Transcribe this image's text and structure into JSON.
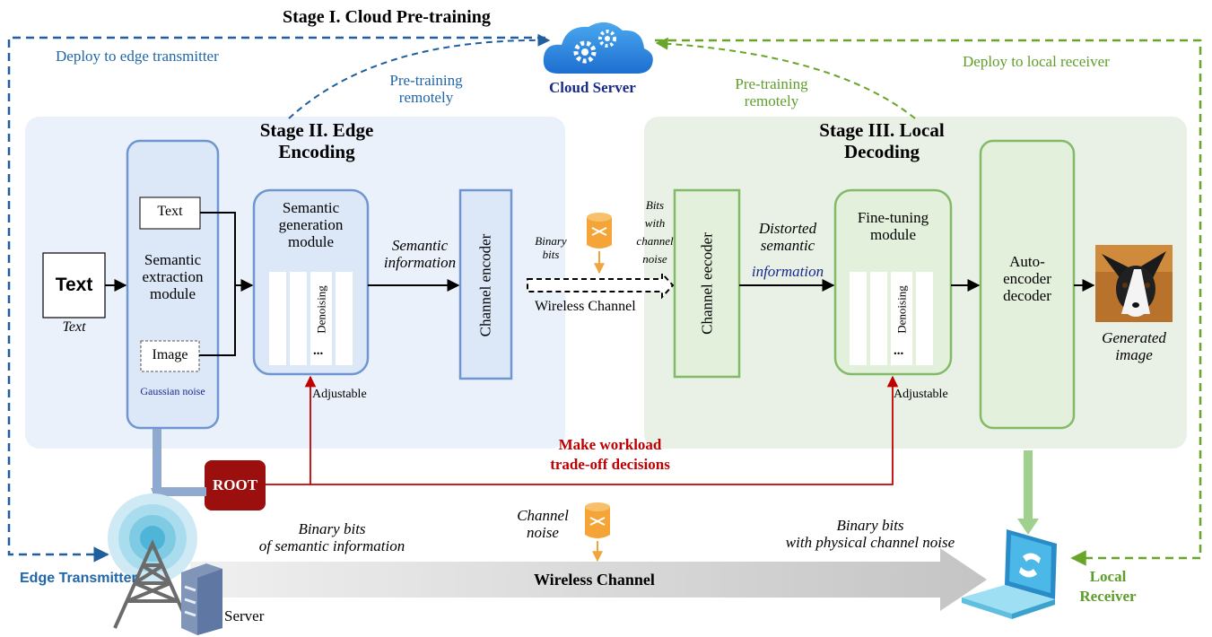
{
  "stage1": {
    "title": "Stage I. Cloud Pre-training",
    "cloud_server": "Cloud Server",
    "deploy_edge": "Deploy to edge transmitter",
    "deploy_local": "Deploy to local receiver",
    "pretrain_left": "Pre-training\nremotely",
    "pretrain_right": "Pre-training\nremotely"
  },
  "stage2": {
    "title": "Stage II. Edge\nEncoding",
    "input_text_box": "Text",
    "input_text_caption": "Text",
    "extraction": {
      "text_label": "Text",
      "module_label": "Semantic\nextraction\nmodule",
      "image_label": "Image",
      "noise_label": "Gaussian noise"
    },
    "generation": {
      "label": "Semantic\ngeneration\nmodule",
      "denoising": "Denoising",
      "dots": "...",
      "adjustable": "Adjustable"
    },
    "semantic_info": "Semantic\ninformation",
    "channel_encoder": "Channel encoder",
    "binary_bits": "Binary\nbits"
  },
  "middle": {
    "bits_noise": "Bits\nwith\nchannel\nnoise",
    "wireless_channel": "Wireless Channel"
  },
  "stage3": {
    "title": "Stage III. Local\nDecoding",
    "channel_decoder": "Channel eecoder",
    "distorted_line1": "Distorted\nsemantic",
    "distorted_line2": "information",
    "finetune": {
      "label": "Fine-tuning\nmodule",
      "denoising": "Denoising",
      "dots": "...",
      "adjustable": "Adjustable"
    },
    "autoencoder": "Auto-\nencoder\ndecoder",
    "generated_image": "Generated\nimage"
  },
  "bottom": {
    "root": "ROOT",
    "workload": "Make workload\ntrade-off decisions",
    "binary_semantic": "Binary bits\nof semantic information",
    "channel_noise": "Channel\nnoise",
    "binary_physical": "Binary bits\nwith physical channel noise",
    "wireless_channel": "Wireless Channel",
    "edge_transmitter": "Edge Transmitter",
    "server": "Server",
    "local_receiver": "Local\nReceiver"
  },
  "colors": {
    "blue_dash": "#1f5f9e",
    "green_dash": "#6aa52b",
    "red": "#c00000",
    "stage2_bg": "#eaf1fb",
    "stage3_bg": "#e9f1e6",
    "module_blue": "#dce8f8",
    "module_blue_border": "#6f96cf",
    "module_green": "#e3f0dc",
    "module_green_border": "#82bb68",
    "root_fill": "#9b0f0f"
  },
  "icons": [
    "cloud-server-icon",
    "database-icon",
    "radio-tower-icon",
    "server-rack-icon",
    "laptop-icon",
    "generated-dog-image"
  ]
}
